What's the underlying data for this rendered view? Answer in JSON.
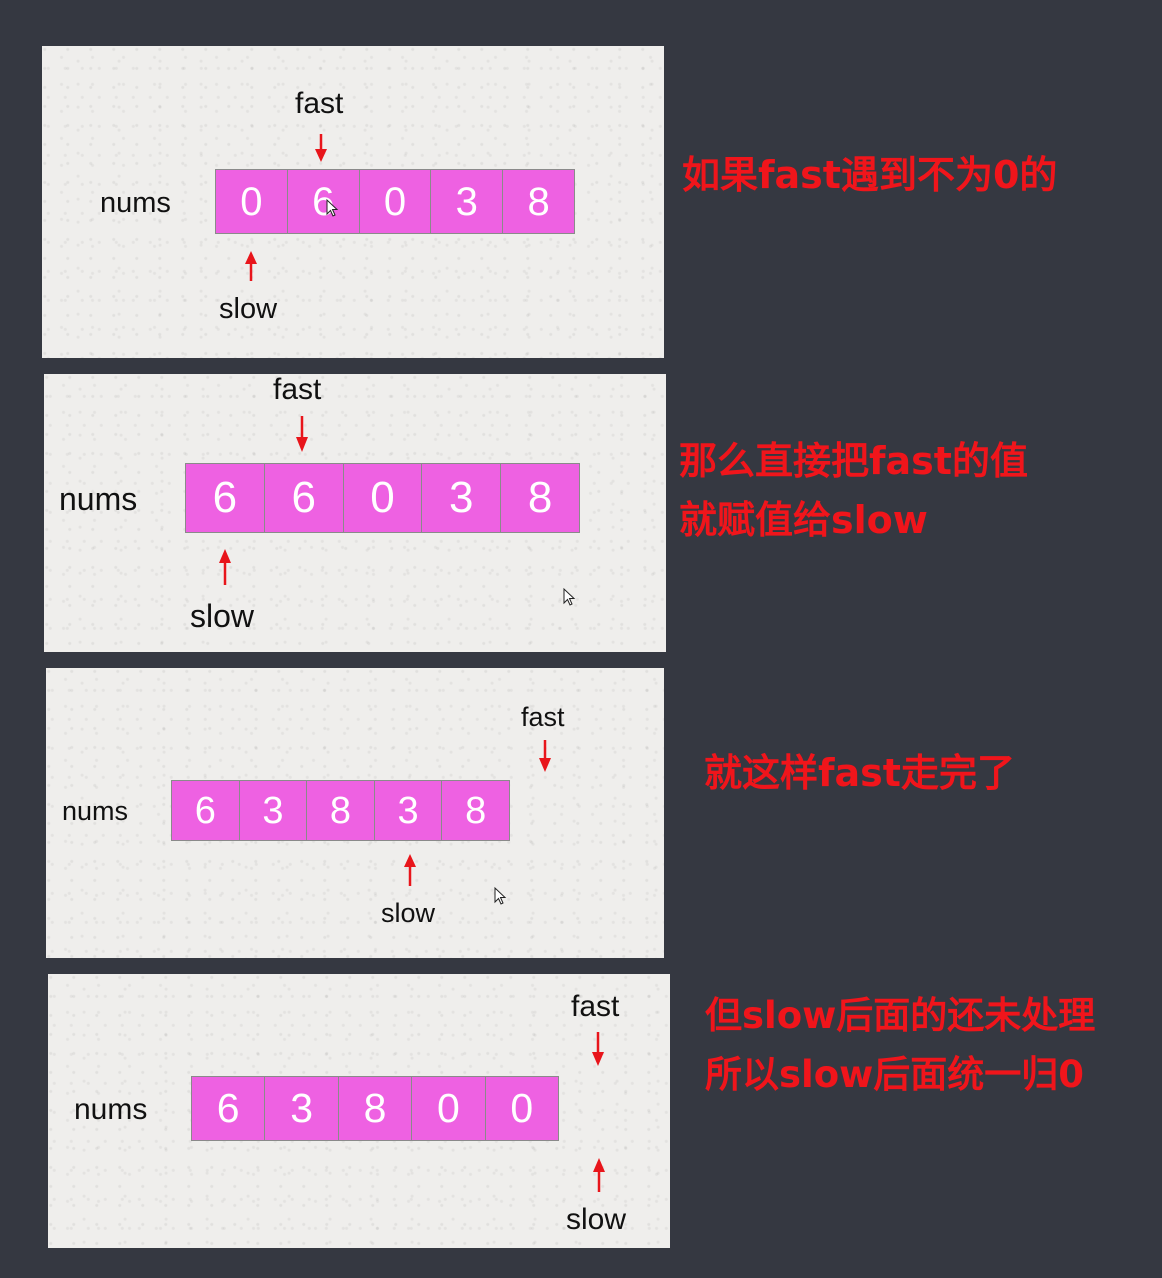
{
  "panels": [
    {
      "array_label": "nums",
      "fast_label": "fast",
      "slow_label": "slow",
      "cells": [
        "0",
        "6",
        "0",
        "3",
        "8"
      ],
      "caption_lines": [
        "如果fast遇到不为0的"
      ]
    },
    {
      "array_label": "nums",
      "fast_label": "fast",
      "slow_label": "slow",
      "cells": [
        "6",
        "6",
        "0",
        "3",
        "8"
      ],
      "caption_lines": [
        "那么直接把fast的值",
        "就赋值给slow"
      ]
    },
    {
      "array_label": "nums",
      "fast_label": "fast",
      "slow_label": "slow",
      "cells": [
        "6",
        "3",
        "8",
        "3",
        "8"
      ],
      "caption_lines": [
        "就这样fast走完了"
      ]
    },
    {
      "array_label": "nums",
      "fast_label": "fast",
      "slow_label": "slow",
      "cells": [
        "6",
        "3",
        "8",
        "0",
        "0"
      ],
      "caption_lines": [
        "但slow后面的还未处理",
        "所以slow后面统一归0"
      ]
    }
  ],
  "colors": {
    "background": "#353841",
    "panel": "#efeeec",
    "cell_fill": "#ee61e2",
    "cell_text": "#ffffff",
    "arrow": "#e8151b",
    "caption": "#f0151b"
  }
}
